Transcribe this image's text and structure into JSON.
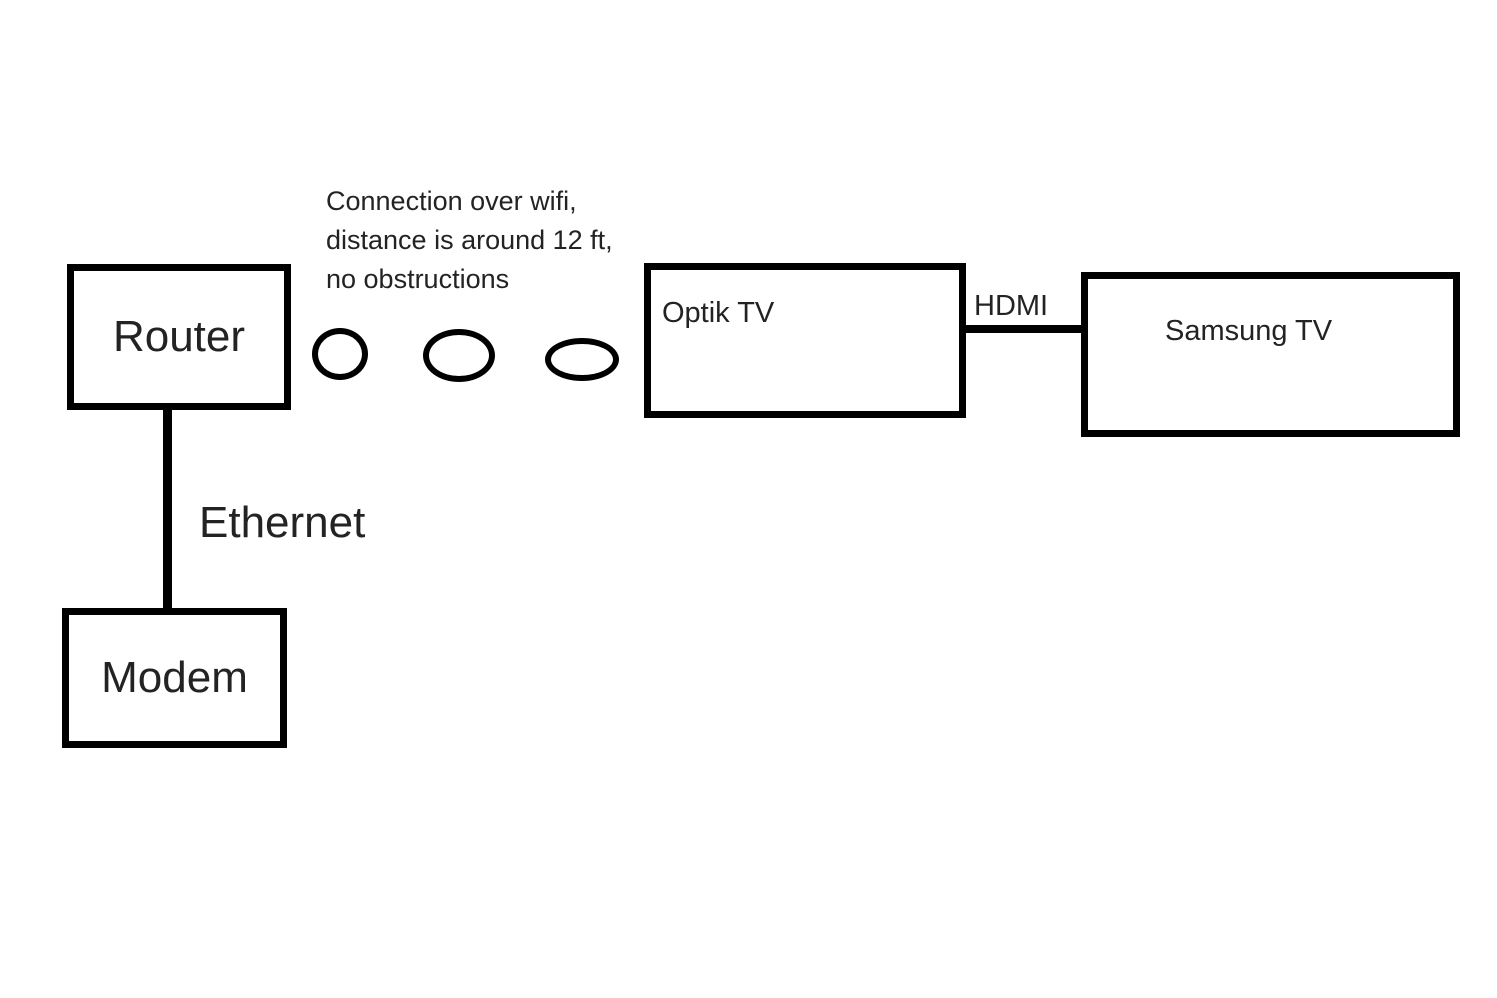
{
  "nodes": {
    "router": {
      "label": "Router"
    },
    "modem": {
      "label": "Modem"
    },
    "optik": {
      "label": "Optik TV"
    },
    "samsung": {
      "label": "Samsung TV"
    }
  },
  "connections": {
    "ethernet": {
      "label": "Ethernet",
      "from": "Router",
      "to": "Modem",
      "type": "wired-vertical-line"
    },
    "hdmi": {
      "label": "HDMI",
      "from": "Optik TV",
      "to": "Samsung TV",
      "type": "wired-horizontal-line"
    },
    "wifi": {
      "from": "Router",
      "to": "Optik TV",
      "type": "wireless",
      "symbol": "three-ellipses"
    }
  },
  "wifi_note": {
    "line1": "Connection over wifi,",
    "line2": "distance is around 12 ft,",
    "line3": "no obstructions"
  },
  "colors": {
    "background": "#ffffff",
    "stroke": "#000000",
    "text": "#232323"
  }
}
